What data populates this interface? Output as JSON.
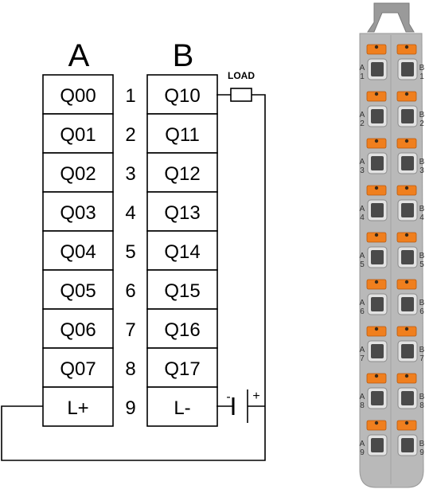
{
  "column_a": {
    "header": "A",
    "terminals": [
      "Q00",
      "Q01",
      "Q02",
      "Q03",
      "Q04",
      "Q05",
      "Q06",
      "Q07",
      "L+"
    ]
  },
  "column_b": {
    "header": "B",
    "terminals": [
      "Q10",
      "Q11",
      "Q12",
      "Q13",
      "Q14",
      "Q15",
      "Q16",
      "Q17",
      "L-"
    ]
  },
  "row_numbers": [
    "1",
    "2",
    "3",
    "4",
    "5",
    "6",
    "7",
    "8",
    "9"
  ],
  "load": {
    "label": "LOAD"
  },
  "power_supply": {
    "minus_label": "-",
    "plus_label": "+"
  },
  "connector": {
    "left_label": "A",
    "right_label": "B",
    "row_numbers": [
      "1",
      "2",
      "3",
      "4",
      "5",
      "6",
      "7",
      "8",
      "9"
    ]
  },
  "colors": {
    "line": "#000000",
    "housing": "#b9b9b9",
    "lever": "#f07f1e",
    "socket": "#4a4a4a"
  }
}
